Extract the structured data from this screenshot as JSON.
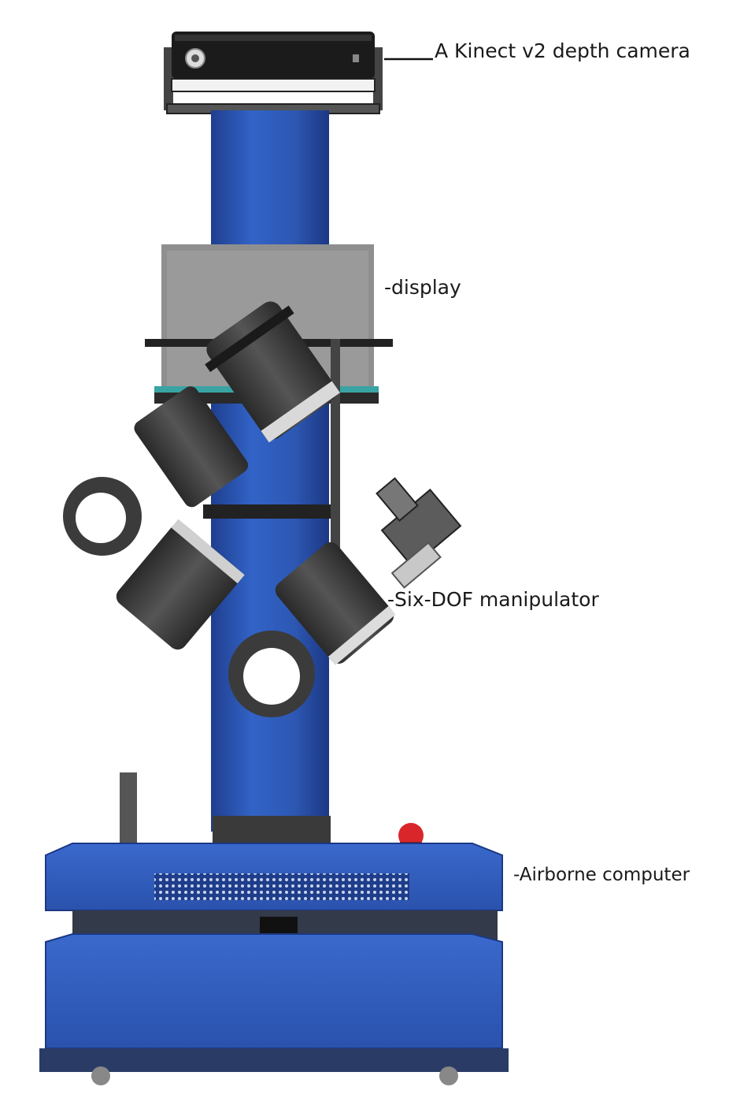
{
  "labels": {
    "camera": "A Kinect v2 depth camera",
    "display": "-display",
    "manipulator": "-Six-DOF manipulator",
    "computer": "-Airborne computer"
  },
  "colors": {
    "column_blue": "#2f5bb5",
    "base_blue": "#3461c4",
    "dark_joint": "#3a3a3a",
    "display_gray": "#8e8e8e",
    "emergency_red": "#d9262b"
  },
  "icons": {
    "robot": "mobile-manipulator-robot-illustration"
  }
}
